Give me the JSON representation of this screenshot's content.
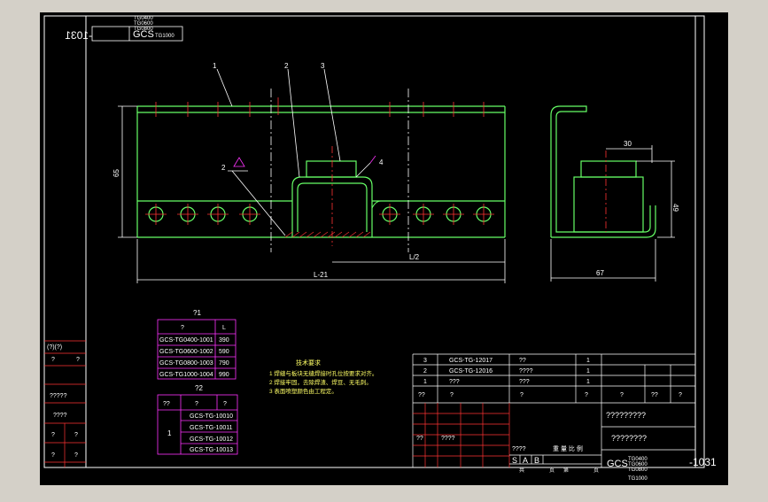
{
  "colors": {
    "window_bg": "#d4d0c8",
    "canvas_bg": "#000000",
    "frame": "#ffffff",
    "part_outline": "#66ff66",
    "centerline": "#ff3333",
    "dimension": "#ffffff",
    "leader": "#ffffff",
    "table_lines": "#ff3333",
    "table_magenta": "#ff33ff",
    "text": "#ffffff",
    "note_text": "#ffff66"
  },
  "stamp": {
    "code": "GCS",
    "code_mirror": "GCS",
    "number": "-1031",
    "lines": [
      "TG0400",
      "TG0600",
      "TG0800",
      "TG1000"
    ]
  },
  "balloons": [
    "1",
    "2",
    "3",
    "4"
  ],
  "dimensions": {
    "height": "65",
    "half_length": "L/2",
    "length": "L-21",
    "top_width": "30",
    "side_height": "49",
    "base_width": "67"
  },
  "table1": {
    "title": "?1",
    "headers": [
      "?",
      "L"
    ],
    "rows": [
      [
        "GCS-TG0400-1001",
        "390"
      ],
      [
        "GCS-TG0600-1002",
        "590"
      ],
      [
        "GCS-TG0800-1003",
        "790"
      ],
      [
        "GCS-TG1000-1004",
        "990"
      ]
    ]
  },
  "table2": {
    "title": "?2",
    "headers": [
      "??",
      "?",
      "?"
    ],
    "group": "1",
    "rows": [
      "GCS-TG-10010",
      "GCS-TG-10011",
      "GCS-TG-10012",
      "GCS-TG-10013"
    ]
  },
  "notes": {
    "title": "技术要求",
    "items": [
      "1  焊缝与板块无缝焊接时孔位按要求对齐。",
      "2  焊接牢固，去除焊渣、焊豆、无毛刺。",
      "3  表面喷塑颜色由工程定。"
    ]
  },
  "bom": {
    "rows": [
      [
        "3",
        "GCS-TG-12017",
        "??",
        "1",
        "",
        "",
        ""
      ],
      [
        "2",
        "GCS-TG-12016",
        "????",
        "1",
        "",
        "",
        ""
      ],
      [
        "1",
        "???",
        "???",
        "1",
        "",
        "",
        ""
      ]
    ],
    "header": [
      "??",
      "?",
      "?",
      "?",
      "?",
      "??",
      "?"
    ]
  },
  "title_block": {
    "name1": "?????????",
    "name2": "????????",
    "process": "????",
    "design": "??",
    "date": "????",
    "stage_labels": [
      "S",
      "A",
      "B"
    ],
    "weight_scale": "重 量 比 例",
    "sheets": [
      "共",
      "页",
      "第",
      "页"
    ],
    "code": "GCS",
    "number": "-1031",
    "models": [
      "TG0400",
      "TG0600",
      "TG0800",
      "TG1000"
    ]
  },
  "left_block": [
    "(?)(?)",
    "?",
    "?",
    "?????",
    "????",
    "?",
    "?",
    "?",
    "?"
  ]
}
